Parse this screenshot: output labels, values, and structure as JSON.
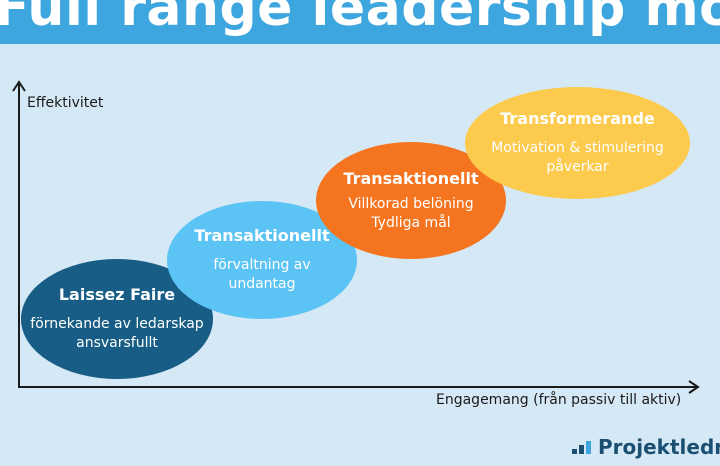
{
  "title": "Full range leadership model",
  "axes": {
    "y_label": "Effektivitet",
    "x_label": "Engagemang (från passiv till aktiv)"
  },
  "nodes": [
    {
      "title": "Laissez Faire",
      "lines": [
        "förnekande av ledarskap",
        "ansvarsfullt"
      ],
      "color": "#175d85"
    },
    {
      "title": "Transaktionellt",
      "lines": [
        "förvaltning av",
        "undantag"
      ],
      "color": "#5cc4f4"
    },
    {
      "title": "Transaktionellt",
      "lines": [
        "Villkorad belöning",
        "Tydliga mål"
      ],
      "color": "#f47420"
    },
    {
      "title": "Transformerande",
      "lines": [
        "Motivation & stimulering",
        "påverkar"
      ],
      "color": "#fcca4c"
    }
  ],
  "logo": {
    "text": "Projektledni",
    "icon": "bar-chart-logo-icon"
  },
  "colors": {
    "title_bar": "#3ea6de",
    "background": "#d5e8f5",
    "axis": "#1a1a1a"
  }
}
